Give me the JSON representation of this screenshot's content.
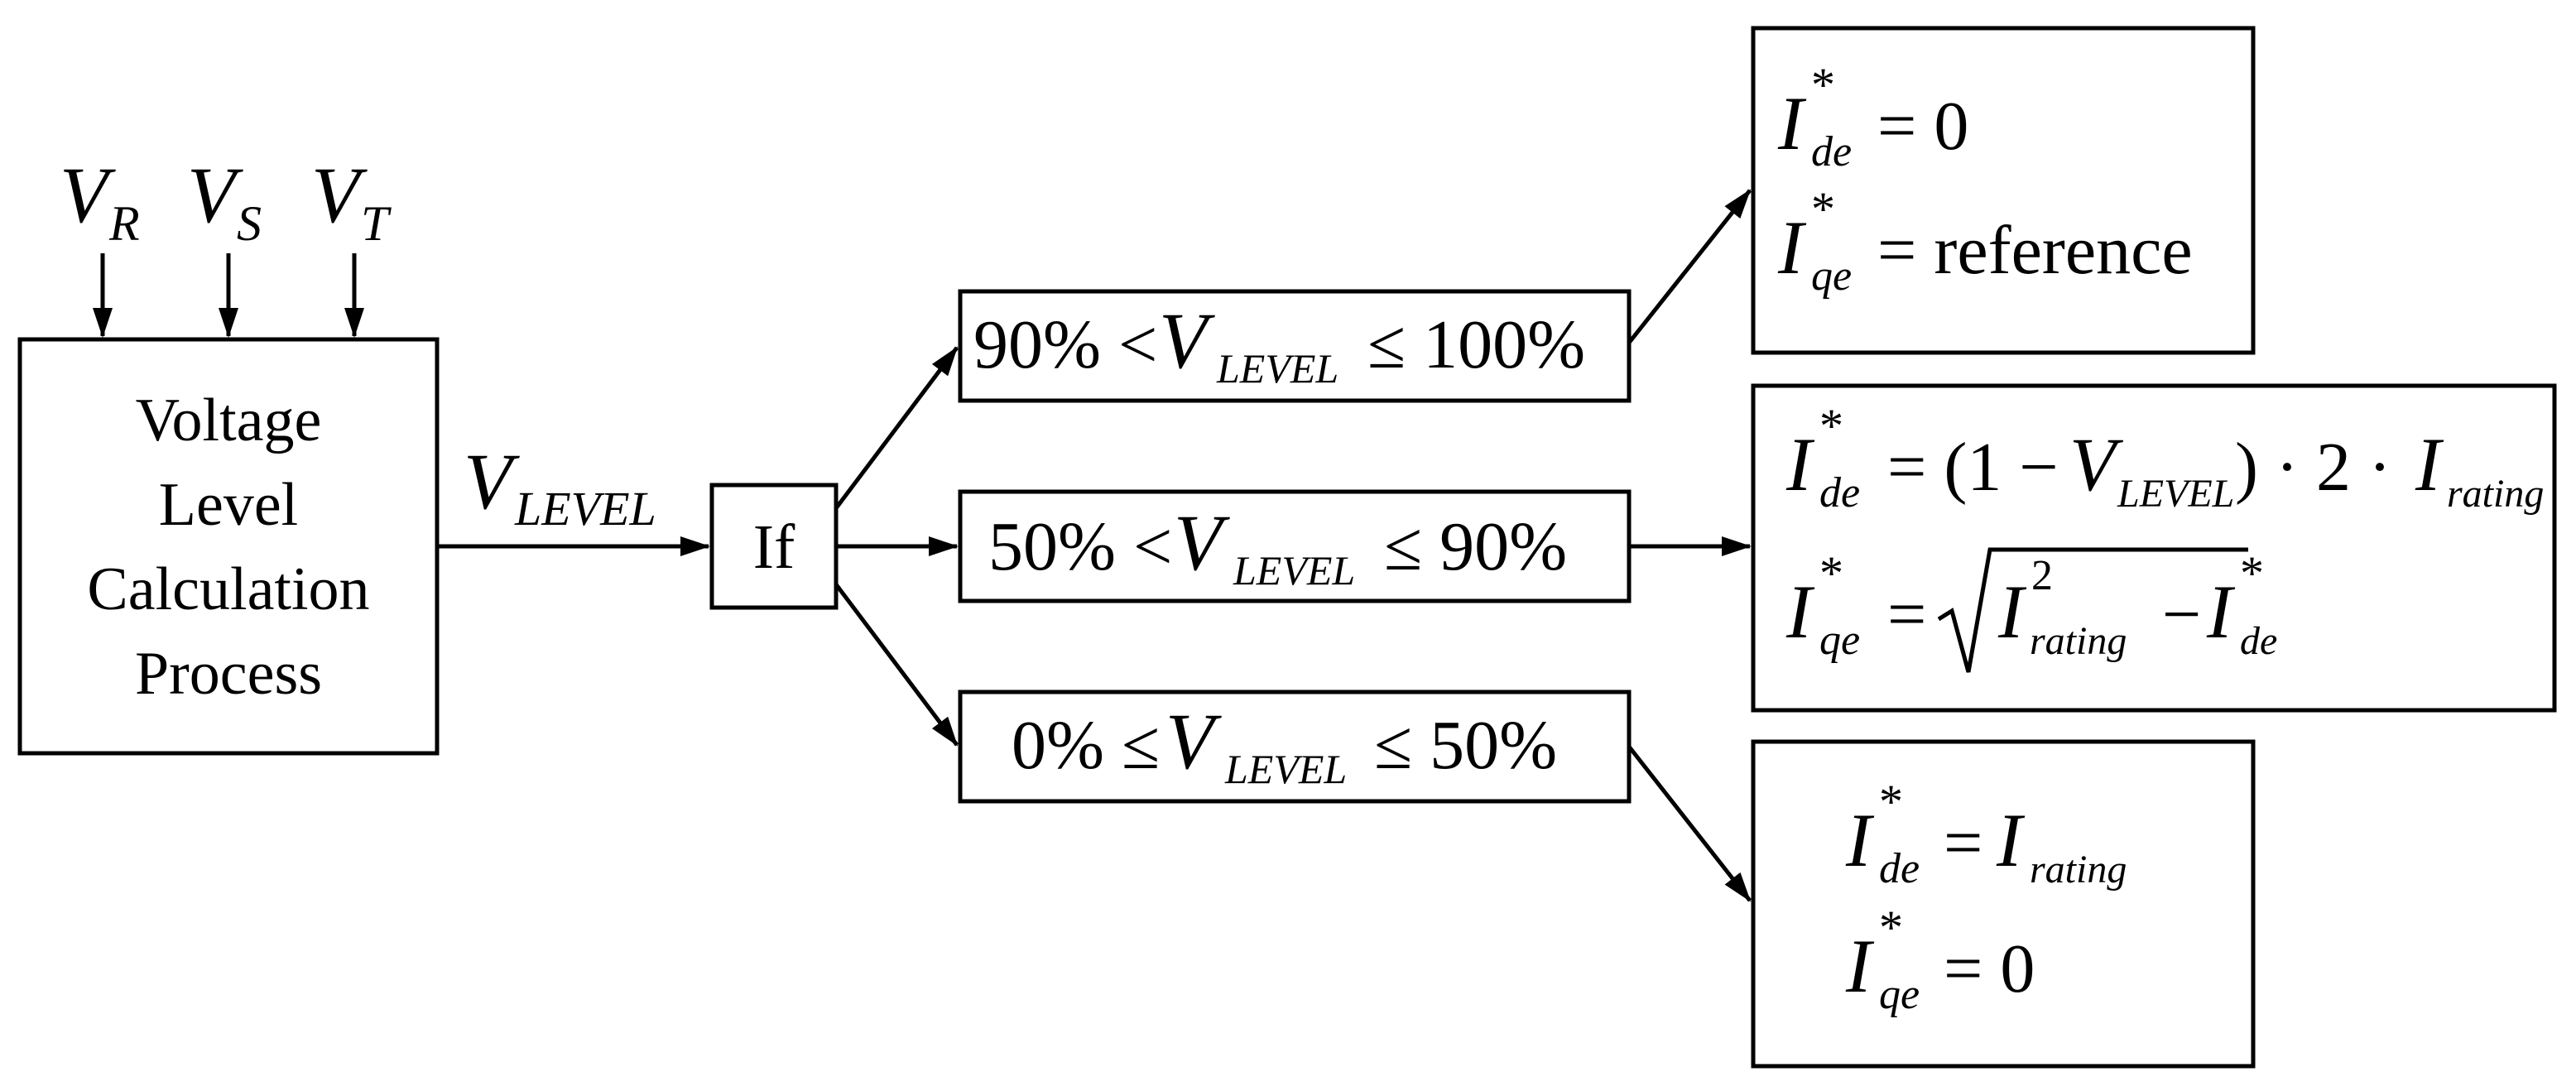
{
  "inputs": [
    {
      "symbol": "V",
      "subscript": "R"
    },
    {
      "symbol": "V",
      "subscript": "S"
    },
    {
      "symbol": "V",
      "subscript": "T"
    }
  ],
  "process_block": {
    "lines": [
      "Voltage",
      "Level",
      "Calculation",
      "Process"
    ]
  },
  "vlevel_signal": {
    "symbol": "V",
    "subscript": "LEVEL"
  },
  "if_block": {
    "label": "If"
  },
  "conditions": [
    {
      "left": "90% <",
      "symbol": "V",
      "subscript": "LEVEL",
      "right": "≤ 100%"
    },
    {
      "left": "50% <",
      "symbol": "V",
      "subscript": "LEVEL",
      "right": "≤ 90%"
    },
    {
      "left": "0% ≤",
      "symbol": "V",
      "subscript": "LEVEL",
      "right": "≤ 50%"
    }
  ],
  "results": [
    {
      "id_eq": {
        "sym": "I",
        "sup": "*",
        "sub": "de",
        "rhs": "= 0"
      },
      "iq_eq": {
        "sym": "I",
        "sup": "*",
        "sub": "qe",
        "rhs": "= reference"
      }
    },
    {
      "id_eq": {
        "sym": "I",
        "sup": "*",
        "sub": "de",
        "rhs_open": "= (1 −",
        "rhs_v": "V",
        "rhs_v_sub": "LEVEL",
        "rhs_mid": ") · 2 ·",
        "rhs_i": "I",
        "rhs_i_sub": "rating"
      },
      "iq_eq": {
        "sym": "I",
        "sup": "*",
        "sub": "qe",
        "eq": "=",
        "rad_i": "I",
        "rad_i_sup": "2",
        "rad_i_sub": "rating",
        "minus": "−",
        "rad_j": "I",
        "rad_j_sup": "*",
        "rad_j_sub": "de"
      }
    },
    {
      "id_eq": {
        "sym": "I",
        "sup": "*",
        "sub": "de",
        "eq": "=",
        "rhs_i": "I",
        "rhs_i_sub": "rating"
      },
      "iq_eq": {
        "sym": "I",
        "sup": "*",
        "sub": "qe",
        "rhs": "= 0"
      }
    }
  ]
}
